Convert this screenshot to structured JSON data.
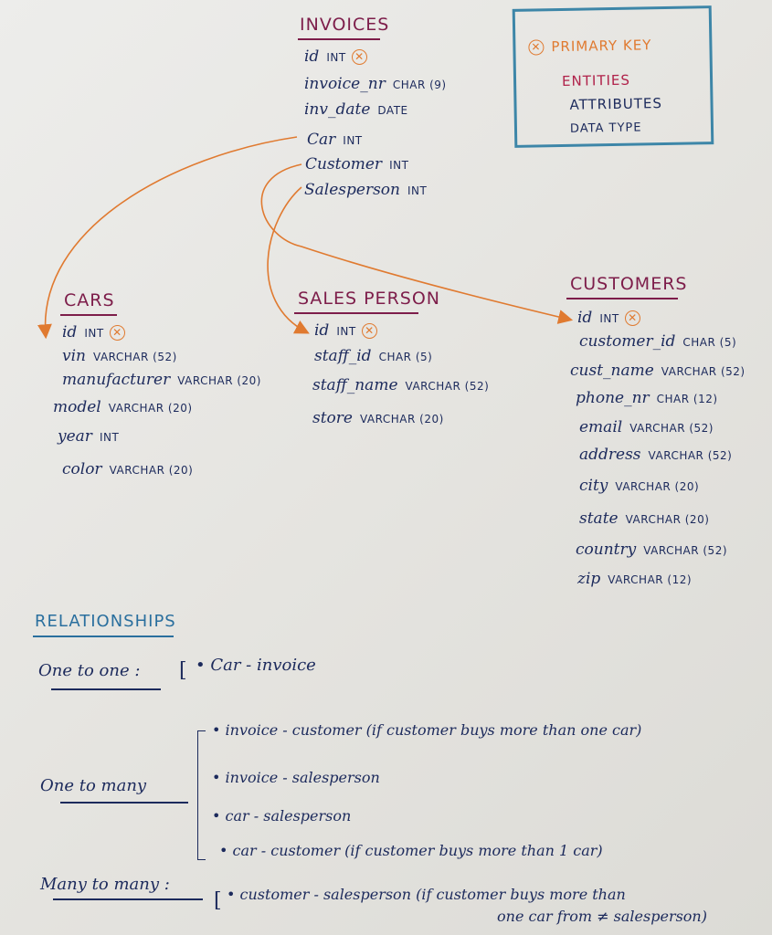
{
  "legend": {
    "primary_key": "PRIMARY KEY",
    "entities": "ENTITIES",
    "attributes": "ATTRIBUTES",
    "data_type": "DATA TYPE",
    "pk_symbol": "✕",
    "colors": {
      "border": "#3d86a8",
      "primary_key": "#e07a30",
      "entities": "#b0224a",
      "attributes": "#1c2a5c",
      "data_type": "#1c2a5c"
    }
  },
  "entities": {
    "invoices": {
      "title": "INVOICES",
      "attributes": [
        {
          "name": "id",
          "type": "INT",
          "pk": true
        },
        {
          "name": "invoice_nr",
          "type": "CHAR (9)"
        },
        {
          "name": "inv_date",
          "type": "DATE"
        },
        {
          "name": "Car",
          "type": "INT"
        },
        {
          "name": "Customer",
          "type": "INT"
        },
        {
          "name": "Salesperson",
          "type": "INT"
        }
      ]
    },
    "cars": {
      "title": "CARS",
      "attributes": [
        {
          "name": "id",
          "type": "INT",
          "pk": true
        },
        {
          "name": "vin",
          "type": "VARCHAR (52)"
        },
        {
          "name": "manufacturer",
          "type": "VARCHAR (20)"
        },
        {
          "name": "model",
          "type": "VARCHAR (20)"
        },
        {
          "name": "year",
          "type": "INT"
        },
        {
          "name": "color",
          "type": "VARCHAR (20)"
        }
      ]
    },
    "sales_person": {
      "title": "SALES PERSON",
      "attributes": [
        {
          "name": "id",
          "type": "INT",
          "pk": true
        },
        {
          "name": "staff_id",
          "type": "CHAR (5)"
        },
        {
          "name": "staff_name",
          "type": "VARCHAR (52)"
        },
        {
          "name": "store",
          "type": "VARCHAR (20)"
        }
      ]
    },
    "customers": {
      "title": "CUSTOMERS",
      "attributes": [
        {
          "name": "id",
          "type": "INT",
          "pk": true
        },
        {
          "name": "customer_id",
          "type": "CHAR (5)"
        },
        {
          "name": "cust_name",
          "type": "VARCHAR (52)"
        },
        {
          "name": "phone_nr",
          "type": "CHAR (12)"
        },
        {
          "name": "email",
          "type": "VARCHAR (52)"
        },
        {
          "name": "address",
          "type": "VARCHAR (52)"
        },
        {
          "name": "city",
          "type": "VARCHAR (20)"
        },
        {
          "name": "state",
          "type": "VARCHAR (20)"
        },
        {
          "name": "country",
          "type": "VARCHAR (52)"
        },
        {
          "name": "zip",
          "type": "VARCHAR (12)"
        }
      ]
    }
  },
  "relationships": {
    "heading": "RELATIONSHIPS",
    "one_to_one": {
      "label": "One to one :",
      "items": [
        "Car - invoice"
      ]
    },
    "one_to_many": {
      "label": "One to many",
      "items": [
        "invoice - customer (if customer buys more than one car)",
        "invoice - salesperson",
        "car - salesperson",
        "car - customer (if customer buys more than 1 car)"
      ]
    },
    "many_to_many": {
      "label": "Many to many :",
      "items": [
        "customer - salesperson (if customer buys more than",
        "one car from ≠ salesperson)"
      ]
    }
  }
}
